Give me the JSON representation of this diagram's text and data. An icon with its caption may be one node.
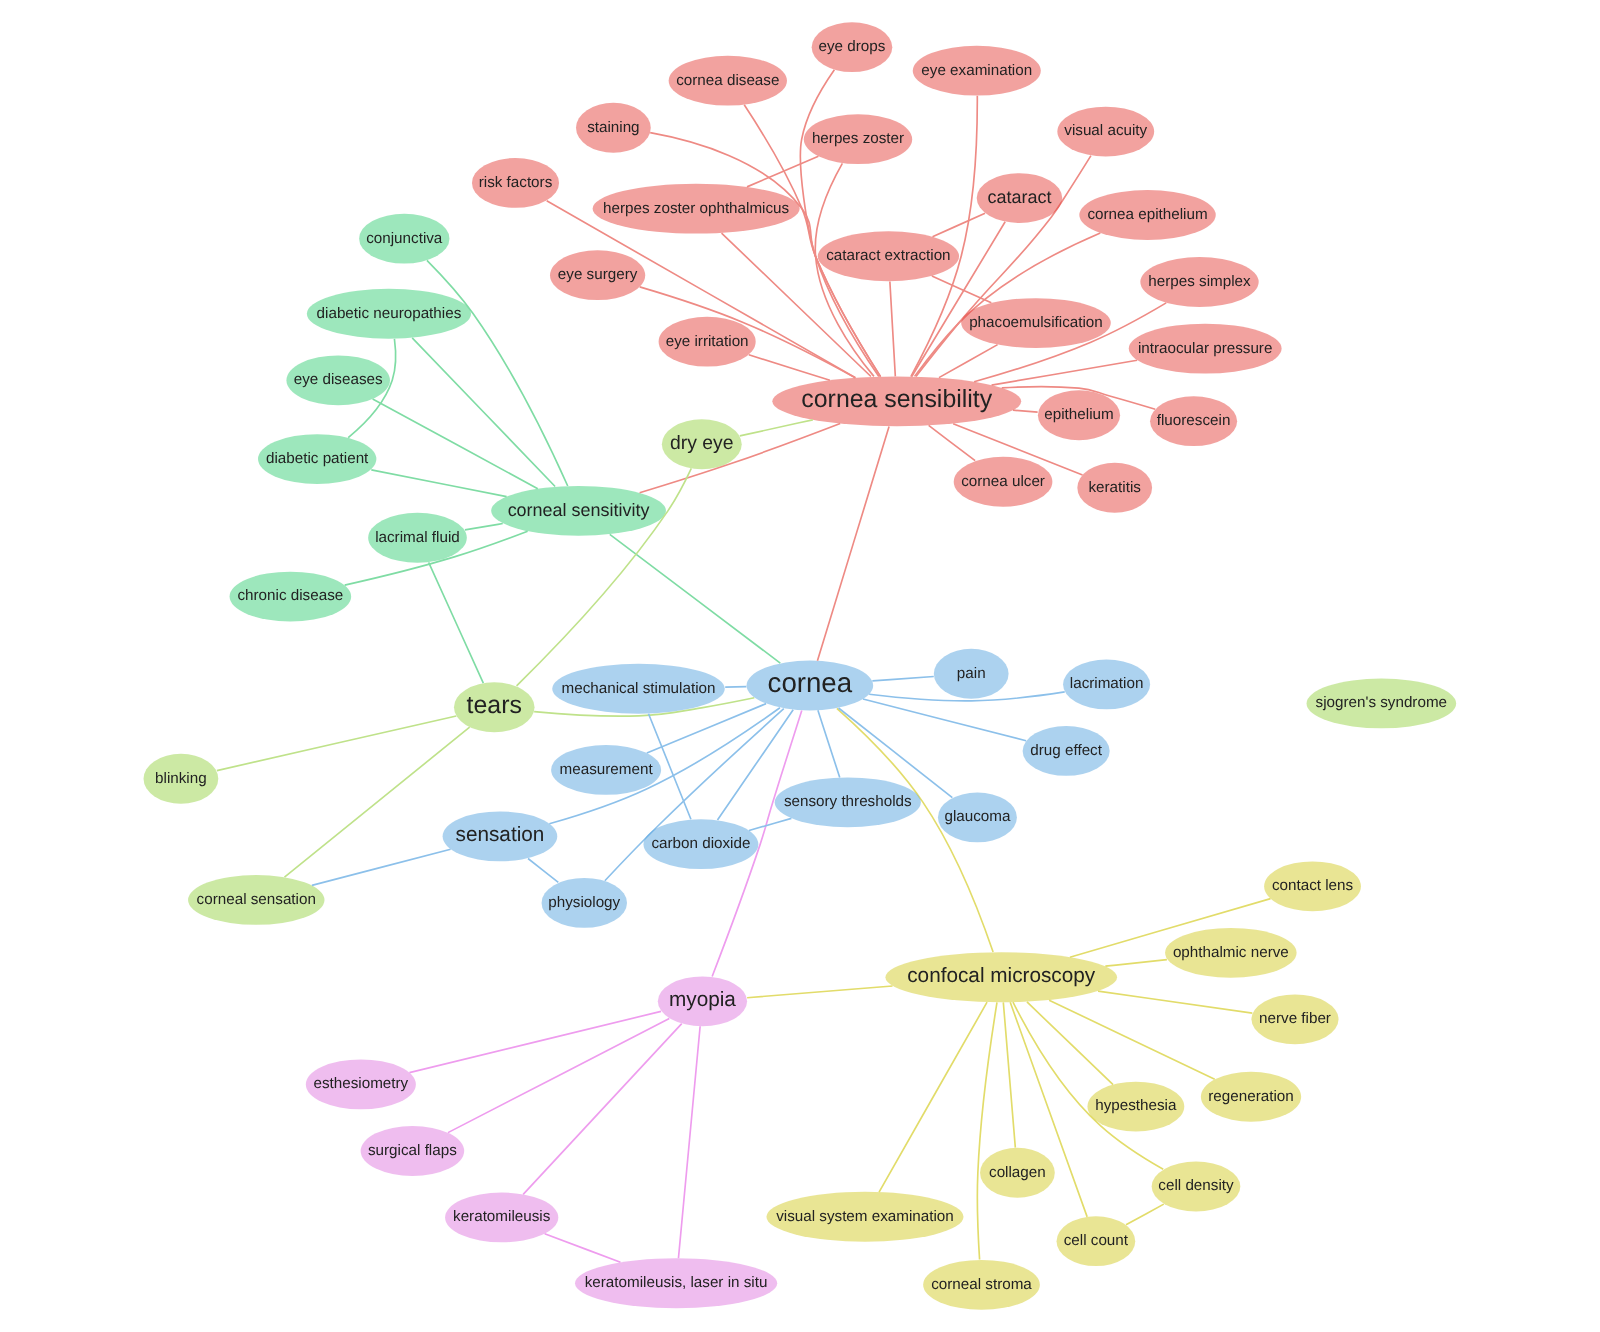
{
  "diagram": {
    "nodes": [
      {
        "text": [
          "corneal stroma"
        ]
      },
      {
        "text": [
          "nerve fiber"
        ]
      },
      {
        "text": [
          "cell density"
        ]
      },
      {
        "text": [
          "collagen"
        ]
      },
      {
        "text": [
          "keratomileusis, laser in situ"
        ]
      },
      {
        "text": [
          "cell count"
        ]
      },
      {
        "text": [
          "surgical flaps"
        ]
      },
      {
        "text": [
          "regeneration"
        ]
      },
      {
        "text": [
          "chronic disease"
        ]
      },
      {
        "text": [
          "keratomileusis"
        ]
      },
      {
        "text": [
          "myopia"
        ]
      },
      {
        "text": [
          "measurement"
        ]
      },
      {
        "text": [
          "contact lens"
        ]
      },
      {
        "text": [
          "confocal microscopy"
        ]
      },
      {
        "text": [
          "ophthalmic nerve"
        ]
      },
      {
        "text": [
          "diabetic patient"
        ]
      },
      {
        "text": [
          "hypesthesia"
        ]
      },
      {
        "text": [
          "diabetic neuropathies"
        ]
      },
      {
        "text": [
          "esthesiometry"
        ]
      },
      {
        "text": [
          "visual system examination"
        ]
      },
      {
        "text": [
          "eye diseases"
        ]
      },
      {
        "text": [
          "corneal sensation"
        ]
      },
      {
        "text": [
          "pain"
        ]
      },
      {
        "text": [
          "visual acuity"
        ]
      },
      {
        "text": [
          "cornea disease"
        ]
      },
      {
        "text": [
          "sensation"
        ]
      },
      {
        "text": [
          "herpes simplex"
        ]
      },
      {
        "text": [
          "corneal sensitivity"
        ]
      },
      {
        "text": [
          "cornea"
        ]
      },
      {
        "text": [
          "physiology"
        ]
      },
      {
        "text": [
          "blinking"
        ]
      },
      {
        "text": [
          "epithelium"
        ]
      },
      {
        "text": [
          "cornea sensibility"
        ]
      },
      {
        "text": [
          "risk factors"
        ]
      },
      {
        "text": [
          "cornea epithelium"
        ]
      },
      {
        "text": [
          "dry eye"
        ]
      },
      {
        "text": [
          "conjunctiva"
        ]
      },
      {
        "text": [
          "herpes zoster"
        ]
      },
      {
        "text": [
          "herpes zoster ophthalmicus"
        ]
      },
      {
        "text": [
          "eye surgery"
        ]
      },
      {
        "text": [
          "staining"
        ]
      },
      {
        "text": [
          "lacrimal fluid"
        ]
      },
      {
        "text": [
          "tears"
        ]
      },
      {
        "text": [
          "sensory thresholds"
        ]
      },
      {
        "text": [
          "drug effect"
        ]
      },
      {
        "text": [
          "carbon dioxide"
        ]
      },
      {
        "text": [
          "glaucoma"
        ]
      },
      {
        "text": [
          "keratitis"
        ]
      },
      {
        "text": [
          "fluorescein"
        ]
      },
      {
        "text": [
          "lacrimation"
        ]
      },
      {
        "text": [
          "mechanical stimulation"
        ]
      },
      {
        "text": [
          "intraocular pressure"
        ]
      },
      {
        "text": [
          "eye examination"
        ]
      },
      {
        "text": [
          "eye drops"
        ]
      },
      {
        "text": [
          "cataract"
        ]
      },
      {
        "text": [
          "cornea ulcer"
        ]
      },
      {
        "text": [
          "eye irritation"
        ]
      },
      {
        "text": [
          "cataract extraction"
        ]
      },
      {
        "text": [
          "phacoemulsification"
        ]
      },
      {
        "text": [
          "sjogren's syndrome"
        ]
      }
    ],
    "edges": [
      {
        "from": 0,
        "to": 13,
        "arrow": "none",
        "color": "#e2dc6a"
      },
      {
        "from": 1,
        "to": 13,
        "arrow": "none",
        "color": "#e2dc6a"
      },
      {
        "from": 2,
        "to": 13,
        "arrow": "none",
        "color": "#e2dc6a"
      },
      {
        "from": 3,
        "to": 13,
        "arrow": "none",
        "color": "#e2dc6a"
      },
      {
        "from": 5,
        "to": 13,
        "arrow": "none",
        "color": "#e2dc6a"
      },
      {
        "from": 7,
        "to": 13,
        "arrow": "none",
        "color": "#e2dc6a"
      },
      {
        "from": 12,
        "to": 13,
        "arrow": "none",
        "color": "#e2dc6a"
      },
      {
        "from": 14,
        "to": 13,
        "arrow": "none",
        "color": "#e2dc6a"
      },
      {
        "from": 16,
        "to": 13,
        "arrow": "none",
        "color": "#e2dc6a"
      },
      {
        "from": 19,
        "to": 13,
        "arrow": "none",
        "color": "#e2dc6a"
      },
      {
        "from": 4,
        "to": 10,
        "arrow": "none",
        "color": "#ee9cee"
      },
      {
        "from": 6,
        "to": 10,
        "arrow": "none",
        "color": "#ee9cee"
      },
      {
        "from": 9,
        "to": 10,
        "arrow": "none",
        "color": "#ee9cee"
      },
      {
        "from": 18,
        "to": 10,
        "arrow": "none",
        "color": "#ee9cee"
      },
      {
        "from": 11,
        "to": 28,
        "arrow": "none",
        "color": "#8cc0ea"
      },
      {
        "from": 22,
        "to": 28,
        "arrow": "none",
        "color": "#8cc0ea"
      },
      {
        "from": 25,
        "to": 28,
        "arrow": "none",
        "color": "#8cc0ea"
      },
      {
        "from": 29,
        "to": 28,
        "arrow": "none",
        "color": "#8cc0ea"
      },
      {
        "from": 43,
        "to": 28,
        "arrow": "none",
        "color": "#8cc0ea"
      },
      {
        "from": 44,
        "to": 28,
        "arrow": "none",
        "color": "#8cc0ea"
      },
      {
        "from": 45,
        "to": 28,
        "arrow": "none",
        "color": "#8cc0ea"
      },
      {
        "from": 46,
        "to": 28,
        "arrow": "none",
        "color": "#8cc0ea"
      },
      {
        "from": 49,
        "to": 28,
        "arrow": "none",
        "color": "#8cc0ea"
      },
      {
        "from": 50,
        "to": 28,
        "arrow": "none",
        "color": "#8cc0ea"
      },
      {
        "from": 8,
        "to": 27,
        "arrow": "none",
        "color": "#7fdca4"
      },
      {
        "from": 15,
        "to": 27,
        "arrow": "none",
        "color": "#7fdca4"
      },
      {
        "from": 17,
        "to": 27,
        "arrow": "none",
        "color": "#7fdca4"
      },
      {
        "from": 20,
        "to": 27,
        "arrow": "none",
        "color": "#7fdca4"
      },
      {
        "from": 36,
        "to": 27,
        "arrow": "none",
        "color": "#7fdca4"
      },
      {
        "from": 41,
        "to": 27,
        "arrow": "none",
        "color": "#7fdca4"
      },
      {
        "from": 21,
        "to": 42,
        "arrow": "none",
        "color": "#bfe28a"
      },
      {
        "from": 30,
        "to": 42,
        "arrow": "none",
        "color": "#bfe28a"
      },
      {
        "from": 35,
        "to": 42,
        "arrow": "none",
        "color": "#bfe28a"
      },
      {
        "from": 23,
        "to": 32,
        "arrow": "none"
      },
      {
        "from": 24,
        "to": 32,
        "arrow": "none"
      },
      {
        "from": 26,
        "to": 32,
        "arrow": "none"
      },
      {
        "from": 31,
        "to": 32,
        "arrow": "none"
      },
      {
        "from": 33,
        "to": 32,
        "arrow": "none"
      },
      {
        "from": 34,
        "to": 32,
        "arrow": "none"
      },
      {
        "from": 37,
        "to": 32,
        "arrow": "none"
      },
      {
        "from": 38,
        "to": 32,
        "arrow": "none"
      },
      {
        "from": 39,
        "to": 32,
        "arrow": "none"
      },
      {
        "from": 40,
        "to": 32,
        "arrow": "none"
      },
      {
        "from": 47,
        "to": 32,
        "arrow": "none"
      },
      {
        "from": 48,
        "to": 32,
        "arrow": "none"
      },
      {
        "from": 51,
        "to": 32,
        "arrow": "none"
      },
      {
        "from": 52,
        "to": 32,
        "arrow": "none"
      },
      {
        "from": 53,
        "to": 32,
        "arrow": "none"
      },
      {
        "from": 54,
        "to": 32,
        "arrow": "none"
      },
      {
        "from": 55,
        "to": 32,
        "arrow": "none"
      },
      {
        "from": 56,
        "to": 32,
        "arrow": "none"
      },
      {
        "from": 57,
        "to": 32,
        "arrow": "none"
      },
      {
        "from": 58,
        "to": 32,
        "arrow": "none"
      },
      {
        "from": 32,
        "to": 28,
        "arrow": "none"
      },
      {
        "from": 13,
        "to": 28,
        "arrow": "none",
        "color": "#e2dc6a"
      },
      {
        "from": 10,
        "to": 28,
        "arrow": "none",
        "color": "#ee9cee"
      },
      {
        "from": 27,
        "to": 28,
        "arrow": "none",
        "color": "#7fdca4"
      },
      {
        "from": 42,
        "to": 28,
        "arrow": "none",
        "color": "#bfe28a"
      },
      {
        "from": 13,
        "to": 10,
        "arrow": "none",
        "color": "#e2dc6a"
      },
      {
        "from": 32,
        "to": 27,
        "arrow": "none"
      },
      {
        "from": 25,
        "to": 21,
        "arrow": "none",
        "color": "#8cc0ea"
      },
      {
        "from": 15,
        "to": 17,
        "arrow": "none",
        "color": "#7fdca4"
      },
      {
        "from": 2,
        "to": 5,
        "arrow": "none",
        "color": "#e2dc6a"
      },
      {
        "from": 4,
        "to": 9,
        "arrow": "none",
        "color": "#ee9cee"
      },
      {
        "from": 45,
        "to": 43,
        "arrow": "none",
        "color": "#8cc0ea"
      },
      {
        "from": 50,
        "to": 45,
        "arrow": "none",
        "color": "#8cc0ea"
      },
      {
        "from": 54,
        "to": 57,
        "arrow": "none"
      },
      {
        "from": 57,
        "to": 58,
        "arrow": "none"
      },
      {
        "from": 37,
        "to": 38,
        "arrow": "none"
      },
      {
        "from": 25,
        "to": 29,
        "arrow": "none",
        "color": "#8cc0ea"
      },
      {
        "from": 35,
        "to": 32,
        "arrow": "none",
        "color": "#bfe28a"
      },
      {
        "from": 41,
        "to": 42,
        "arrow": "none",
        "color": "#7fdca4"
      }
    ]
  }
}
